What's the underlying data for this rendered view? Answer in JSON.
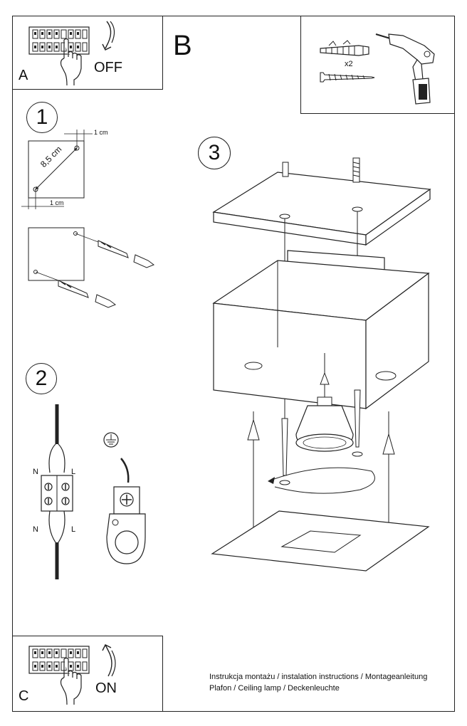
{
  "panel_a": {
    "letter": "A",
    "switch_text": "OFF"
  },
  "panel_b": {
    "letter": "B",
    "quantity": "x2"
  },
  "steps": [
    {
      "number": "1",
      "dim_diagonal": "8,5 cm",
      "dim_top": "1 cm",
      "dim_bottom": "1 cm"
    },
    {
      "number": "2",
      "wire_n_top": "N",
      "wire_l_top": "L",
      "wire_n_bottom": "N",
      "wire_l_bottom": "L"
    },
    {
      "number": "3"
    }
  ],
  "panel_c": {
    "letter": "C",
    "switch_text": "ON"
  },
  "caption": {
    "line1": "Instrukcja montażu / instalation instructions / Montageanleitung",
    "line2": "Plafon / Ceiling lamp / Deckenleuchte"
  }
}
